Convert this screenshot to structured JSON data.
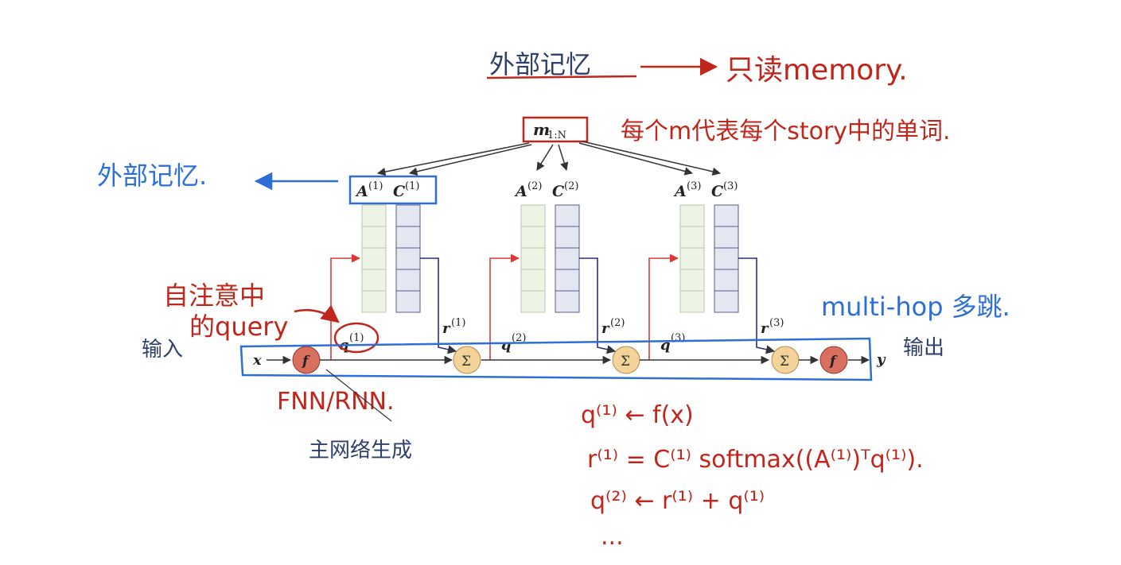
{
  "title_cn": "外部记忆",
  "title_arrow_note": "只读memory.",
  "memory_label": "m",
  "memory_subscript": "1:N",
  "memory_note": "每个m代表每个story中的单词.",
  "left_memory_note": "外部记忆.",
  "hops": [
    {
      "A": "A",
      "C": "C",
      "sup": "(1)",
      "r": "r",
      "q": "q"
    },
    {
      "A": "A",
      "C": "C",
      "sup": "(2)",
      "r": "r",
      "q": "q"
    },
    {
      "A": "A",
      "C": "C",
      "sup": "(3)",
      "r": "r",
      "q": "q"
    }
  ],
  "query_note_line1": "自注意中",
  "query_note_line2": "的query",
  "multihop_note": "multi-hop 多跳.",
  "input_label": "输入",
  "output_label": "输出",
  "x_label": "x",
  "y_label": "y",
  "f_label": "f",
  "sum_label": "Σ",
  "fnn_note": "FNN/RNN.",
  "main_net_note": "主网络生成",
  "formulas": [
    "q⁽¹⁾ ← f(x)",
    "r⁽¹⁾ = C⁽¹⁾ softmax((A⁽¹⁾)ᵀq⁽¹⁾).",
    "q⁽²⁾ ← r⁽¹⁾ + q⁽¹⁾",
    "..."
  ],
  "colors": {
    "red_ink": "#c0261c",
    "blue_ink": "#2d6fd6",
    "navy_text": "#2e3f6b",
    "green_cell": "#edf4e6",
    "purple_cell": "#e4e6f2",
    "f_node": "#d9705f",
    "sum_node": "#f3d39a",
    "arrow_red": "#d83a3a",
    "arrow_navy": "#2a2f7a"
  }
}
